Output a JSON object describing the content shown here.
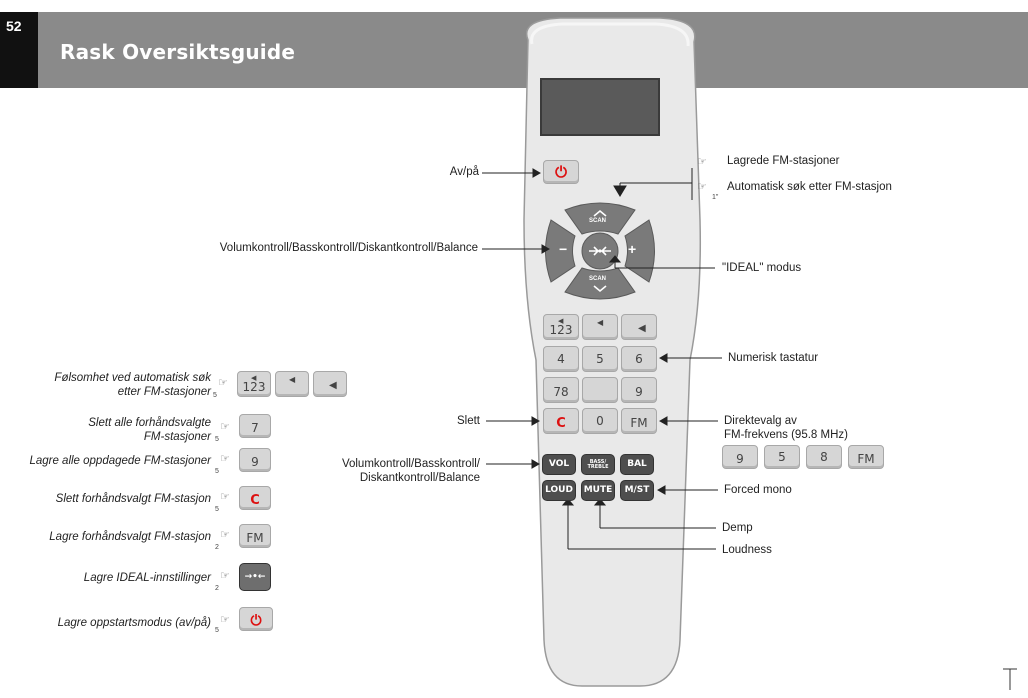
{
  "header": {
    "page_number": "52",
    "title": "Rask Oversiktsguide"
  },
  "remote": {
    "scan_up": "SCAN",
    "scan_down": "SCAN",
    "minus": "−",
    "plus": "+",
    "row1": [
      "123",
      "",
      ""
    ],
    "digits": {
      "d4": "4",
      "d5": "5",
      "d6": "6",
      "d7": "7",
      "d8": "8",
      "d9": "9",
      "d0": "0"
    },
    "clear_letter": "C",
    "fm": "FM",
    "vol": "VOL",
    "bass_treble_top": "BASS/",
    "bass_treble_bottom": "TREBLE",
    "bal": "BAL",
    "loud": "LOUD",
    "mute": "MUTE",
    "mst": "M/ST"
  },
  "labels": {
    "power": "Av/på",
    "stored_fm": "Lagrede FM-stasjoner",
    "auto_search": "Automatisk søk etter FM-stasjon",
    "vol_control": "Volumkontroll/Basskontroll/Diskantkontroll/Balance",
    "ideal_mode": "\"IDEAL\" modus",
    "numeric": "Numerisk tastatur",
    "delete": "Slett",
    "direct1": "Direktevalg av",
    "direct2": "FM-frekvens (95.8 MHz)",
    "vol2_1": "Volumkontroll/Basskontroll/",
    "vol2_2": "Diskantkontroll/Balance",
    "forced_mono": "Forced mono",
    "mute": "Demp",
    "loudness": "Loudness",
    "sens1": "Følsomhet ved automatisk søk",
    "sens2": "etter FM-stasjoner",
    "del_all1": "Slett alle forhåndsvalgte",
    "del_all2": "FM-stasjoner",
    "store_all": "Lagre alle oppdagede FM-stasjoner",
    "del_preset": "Slett forhåndsvalgt FM-stasjon",
    "store_preset": "Lagre forhåndsvalgt FM-stasjon",
    "store_ideal": "Lagre IDEAL-innstillinger",
    "store_startup": "Lagre oppstartsmodus (av/på)"
  },
  "freq_keys": [
    "9",
    "5",
    "8",
    "FM"
  ],
  "left_keys": {
    "sens": "123",
    "del_all": "7",
    "store_all": "9",
    "del_preset": "C",
    "store_preset": "FM"
  },
  "hold_counts": {
    "auto_search": "1\"",
    "sens": "5",
    "del_all": "5",
    "store_all": "5",
    "del_preset": "5",
    "store_preset": "2",
    "store_ideal": "2",
    "store_startup": "5"
  }
}
